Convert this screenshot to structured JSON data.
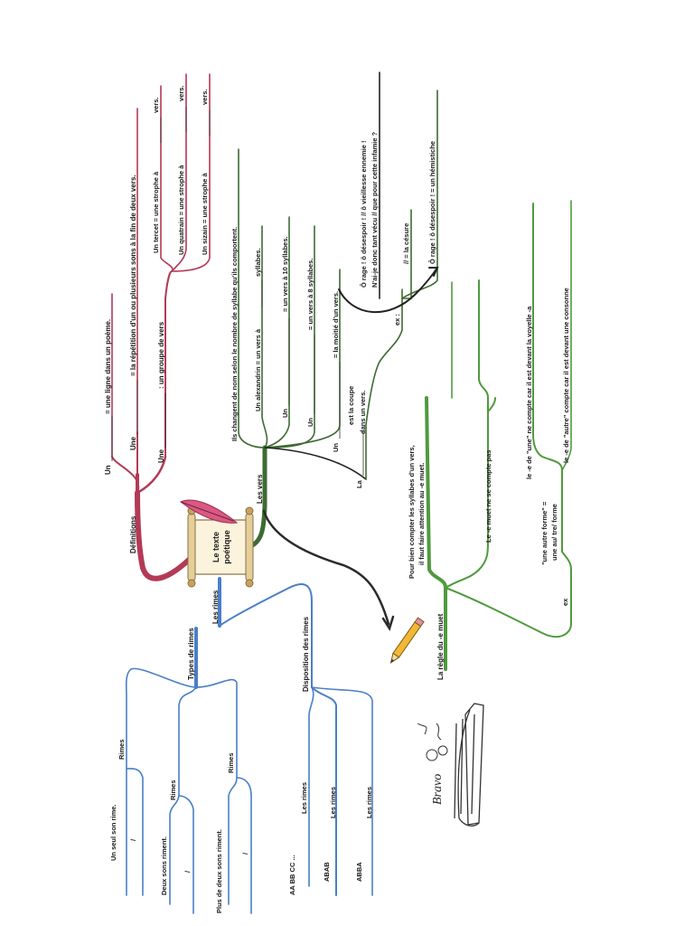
{
  "center": {
    "line1": "Le texte",
    "line2": "poétique"
  },
  "colors": {
    "definitions": "#b33a57",
    "vers": "#3e6a33",
    "rimes": "#4a7fc6",
    "emuet": "#4f9a3e",
    "pointer": "#2b2b2b"
  },
  "branches": {
    "definitions": "Définitions",
    "vers": "Les vers",
    "rimes": "Les rimes",
    "types": "Types de rimes",
    "disposition": "Disposition des rimes",
    "emuet": "La règle du -e muet"
  },
  "definitions": {
    "d1_pre": "Un",
    "d1_post": "= une ligne dans un poème.",
    "d2_pre": "Une",
    "d2_post": "= la répétition d'un ou plusieurs sons à la fin de deux vers.",
    "d3_pre": "Une",
    "d3_post": ": un groupe de vers",
    "strophes": [
      {
        "pre": "Un tercet = une strophe à",
        "post": "vers."
      },
      {
        "pre": "Un quatrain = une strophe à",
        "post": "vers."
      },
      {
        "pre": "Un sizain = une strophe à",
        "post": "vers."
      }
    ]
  },
  "vers": {
    "intro": "Ils changent de nom selon le nombre de syllabe qu'ils comportent.",
    "alexandrin_pre": "Un alexandrin = un vers à",
    "alexandrin_post": "syllabes.",
    "v10_pre": "Un",
    "v10_post": "= un vers à 10 syllabes.",
    "v8_pre": "Un",
    "v8_post": "= un vers à 8 syllabes.",
    "moitie_pre": "Un",
    "moitie_post": "= la moitié d'un vers.",
    "coupe_pre": "La",
    "coupe_post": "est la coupe",
    "coupe_post2": "dans un vers.",
    "ex": "ex :",
    "quote1": "Ô rage ! ô désespoir ! // ô vieillesse ennemie !",
    "quote2": "N'ai-je donc tant vécu // que pour cette infamie ?",
    "cesure": "// = la césure",
    "hemistiche": "Ô rage ! ô désespoir ! = un hémistiche"
  },
  "rimes": {
    "t1": "Un seul son rime.",
    "t1_label": "Rimes",
    "t2": "Deux sons riment.",
    "t2_label": "Rimes",
    "t3": "Plus de deux sons riment.",
    "t3_label": "Rimes",
    "slash": "/",
    "d1": "AA BB CC ...",
    "d1_label": "Les rimes",
    "d2": "ABAB",
    "d2_label": "Les rimes",
    "d3": "ABBA",
    "d3_label": "Les rimes"
  },
  "emuet": {
    "intro1": "Pour bien compter les syllabes d'un vers,",
    "intro2": "il faut faire attention au -e muet.",
    "ne_compte": "Le -e muet ne se compte pas",
    "ex": "ex",
    "forme1": "\"une autre forme\" =",
    "forme2": "une au/ tre/ forme",
    "une": "le -e de \"une\" ne compte car il est devant la voyelle -a",
    "autre": "le -e de \"autre\" compte car il est devant une consonne"
  },
  "doodle_text": "Bravo"
}
